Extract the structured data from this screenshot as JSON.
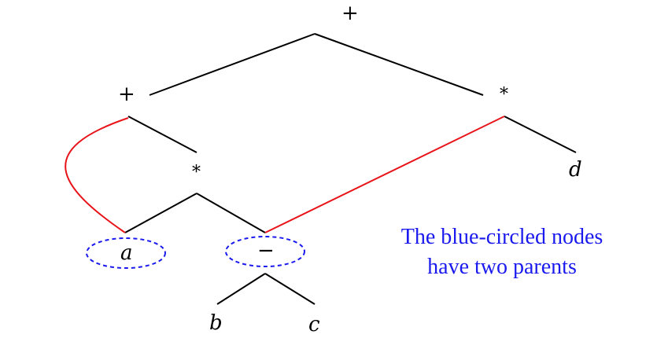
{
  "nodes": {
    "root_op": "+",
    "left_plus_op": "+",
    "right_times_op": "*",
    "mid_times_op": "*",
    "minus_op": "−",
    "var_a": "a",
    "var_b": "b",
    "var_c": "c",
    "var_d": "d"
  },
  "note": {
    "line1": "The blue-circled nodes",
    "line2": "have two parents"
  },
  "colors": {
    "edge": "#000000",
    "shared_edge": "#e8141a",
    "highlight": "#1a1aee"
  }
}
